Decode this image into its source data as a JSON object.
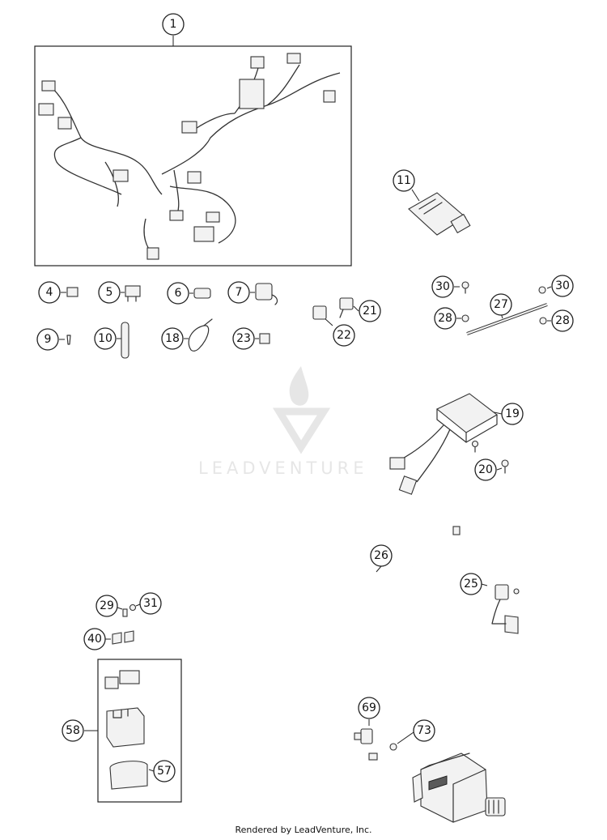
{
  "watermark": {
    "text": "LEADVENTURE"
  },
  "footer": {
    "text": "Rendered by LeadVenture, Inc."
  },
  "callouts": [
    {
      "id": "c1",
      "label": "1"
    },
    {
      "id": "c4",
      "label": "4"
    },
    {
      "id": "c5",
      "label": "5"
    },
    {
      "id": "c6",
      "label": "6"
    },
    {
      "id": "c7",
      "label": "7"
    },
    {
      "id": "c9",
      "label": "9"
    },
    {
      "id": "c10",
      "label": "10"
    },
    {
      "id": "c18",
      "label": "18"
    },
    {
      "id": "c23",
      "label": "23"
    },
    {
      "id": "c21",
      "label": "21"
    },
    {
      "id": "c22",
      "label": "22"
    },
    {
      "id": "c11",
      "label": "11"
    },
    {
      "id": "c30a",
      "label": "30"
    },
    {
      "id": "c30b",
      "label": "30"
    },
    {
      "id": "c27",
      "label": "27"
    },
    {
      "id": "c28a",
      "label": "28"
    },
    {
      "id": "c28b",
      "label": "28"
    },
    {
      "id": "c19",
      "label": "19"
    },
    {
      "id": "c20",
      "label": "20"
    },
    {
      "id": "c26",
      "label": "26"
    },
    {
      "id": "c25",
      "label": "25"
    },
    {
      "id": "c29",
      "label": "29"
    },
    {
      "id": "c31",
      "label": "31"
    },
    {
      "id": "c40",
      "label": "40"
    },
    {
      "id": "c58",
      "label": "58"
    },
    {
      "id": "c57",
      "label": "57"
    },
    {
      "id": "c69",
      "label": "69"
    },
    {
      "id": "c73",
      "label": "73"
    }
  ]
}
